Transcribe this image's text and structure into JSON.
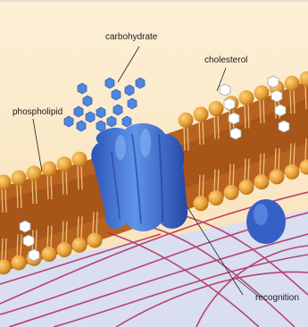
{
  "labels": {
    "carbohydrate": "carbohydrate",
    "cholesterol": "cholesterol",
    "phospholipid": "phospholipid",
    "recognition": "recognition"
  },
  "colors": {
    "background": "#fbe9c9",
    "membrane_core": "#b8621f",
    "lipid_head": "#e6a13a",
    "protein": "#3a6fd4",
    "carbohydrate": "#4f86e0",
    "cholesterol": "#ffffff",
    "cytoplasm": "#d9def0",
    "filament": "#b0285a"
  }
}
